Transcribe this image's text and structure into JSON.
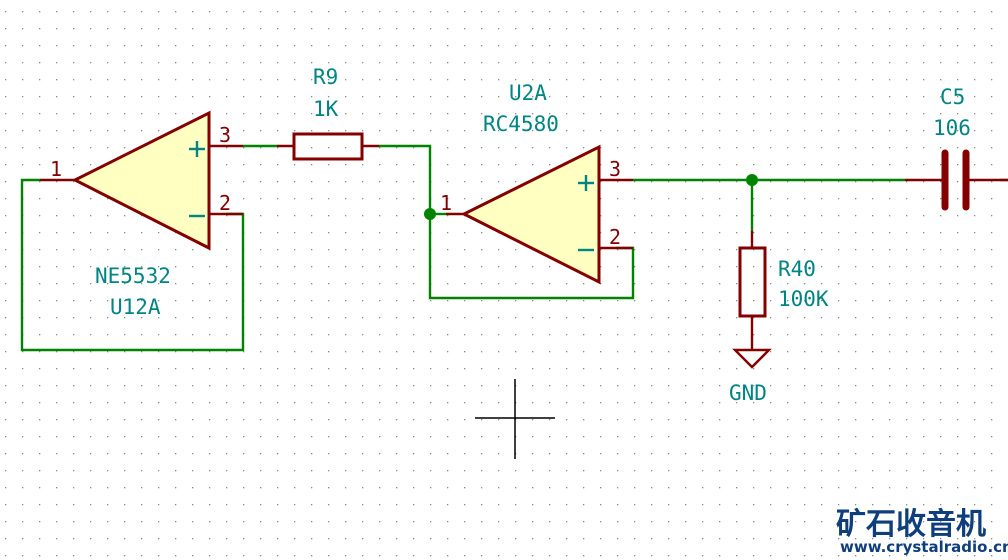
{
  "schematic": {
    "components": {
      "u12a": {
        "reference": "U12A",
        "value": "NE5532",
        "pins": {
          "out": "1",
          "plus": "3",
          "minus": "2"
        },
        "plus_sign": "+",
        "minus_sign": "−"
      },
      "r9": {
        "reference": "R9",
        "value": "1K"
      },
      "u2a": {
        "reference": "U2A",
        "value": "RC4580",
        "pins": {
          "out": "1",
          "plus": "3",
          "minus": "2"
        },
        "plus_sign": "+",
        "minus_sign": "−"
      },
      "r40": {
        "reference": "R40",
        "value": "100K"
      },
      "gnd": {
        "label": "GND"
      },
      "c5": {
        "reference": "C5",
        "value": "106"
      }
    },
    "colors": {
      "wire": "#008400",
      "component_body": "#840000",
      "opamp_fill": "#ffffc2",
      "reference_text": "#008484",
      "watermark": "#0e3f7c"
    }
  },
  "watermark": {
    "title": "矿石收音机",
    "url": "www.crystalradio.cn"
  }
}
